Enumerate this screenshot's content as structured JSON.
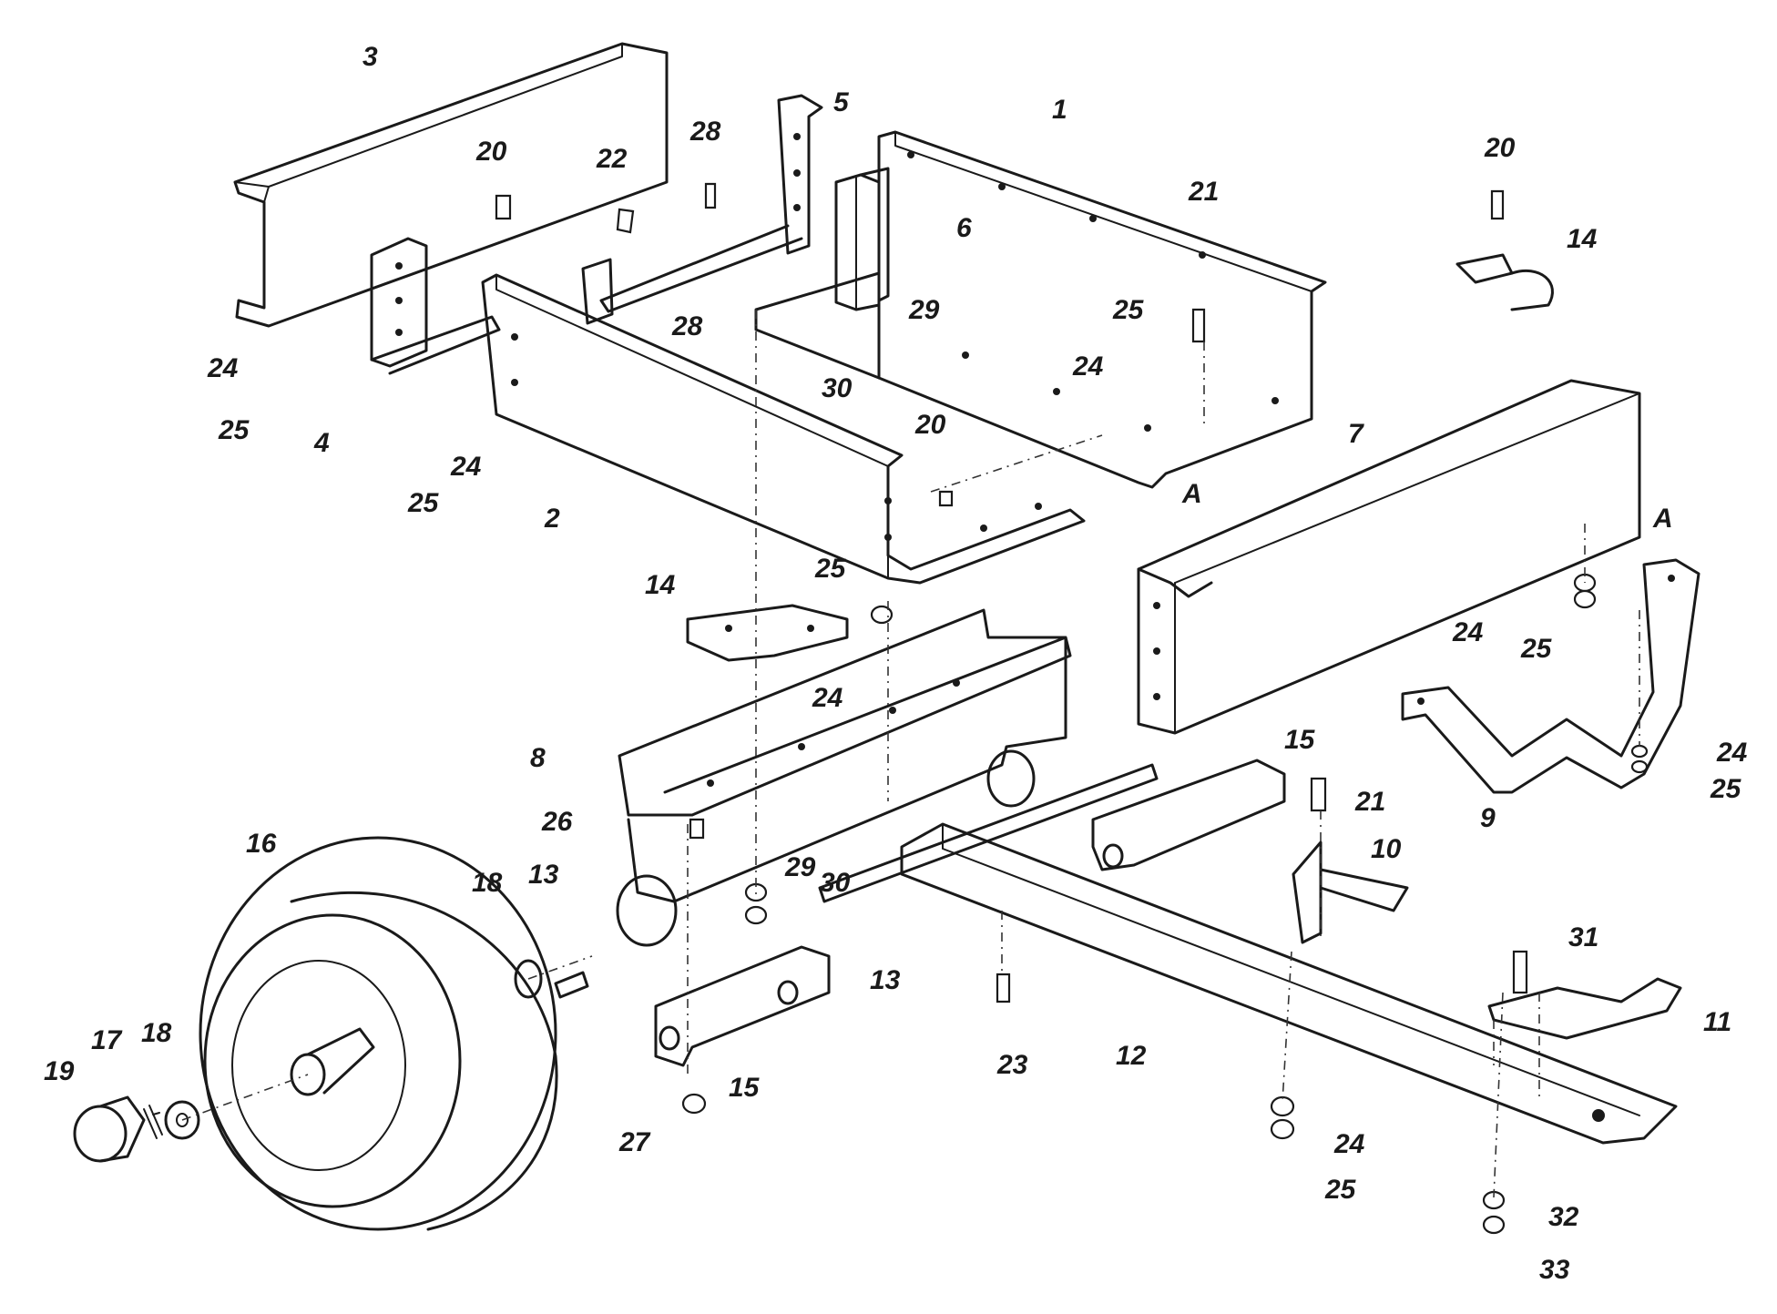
{
  "callouts": [
    {
      "id": "c-3a",
      "text": "3"
    },
    {
      "id": "c-28a",
      "text": "28"
    },
    {
      "id": "c-5",
      "text": "5"
    },
    {
      "id": "c-1",
      "text": "1"
    },
    {
      "id": "c-20a",
      "text": "20"
    },
    {
      "id": "c-20b",
      "text": "20"
    },
    {
      "id": "c-22",
      "text": "22"
    },
    {
      "id": "c-21a",
      "text": "21"
    },
    {
      "id": "c-6",
      "text": "6"
    },
    {
      "id": "c-14a",
      "text": "14"
    },
    {
      "id": "c-24a",
      "text": "24"
    },
    {
      "id": "c-28b",
      "text": "28"
    },
    {
      "id": "c-29a",
      "text": "29"
    },
    {
      "id": "c-25a",
      "text": "25"
    },
    {
      "id": "c-24b",
      "text": "24"
    },
    {
      "id": "c-25b",
      "text": "25"
    },
    {
      "id": "c-4",
      "text": "4"
    },
    {
      "id": "c-30a",
      "text": "30"
    },
    {
      "id": "c-20c",
      "text": "20"
    },
    {
      "id": "c-7",
      "text": "7"
    },
    {
      "id": "c-24c",
      "text": "24"
    },
    {
      "id": "c-25c",
      "text": "25"
    },
    {
      "id": "c-Aa",
      "text": "A"
    },
    {
      "id": "c-2",
      "text": "2"
    },
    {
      "id": "c-Ab",
      "text": "A"
    },
    {
      "id": "c-14b",
      "text": "14"
    },
    {
      "id": "c-25d",
      "text": "25"
    },
    {
      "id": "c-24d",
      "text": "24"
    },
    {
      "id": "c-25e",
      "text": "25"
    },
    {
      "id": "c-24e",
      "text": "24"
    },
    {
      "id": "c-8",
      "text": "8"
    },
    {
      "id": "c-15a",
      "text": "15"
    },
    {
      "id": "c-24f",
      "text": "24"
    },
    {
      "id": "c-25f",
      "text": "25"
    },
    {
      "id": "c-21b",
      "text": "21"
    },
    {
      "id": "c-9",
      "text": "9"
    },
    {
      "id": "c-26",
      "text": "26"
    },
    {
      "id": "c-10",
      "text": "10"
    },
    {
      "id": "c-16",
      "text": "16"
    },
    {
      "id": "c-18a",
      "text": "18"
    },
    {
      "id": "c-13a",
      "text": "13"
    },
    {
      "id": "c-29b",
      "text": "29"
    },
    {
      "id": "c-30b",
      "text": "30"
    },
    {
      "id": "c-13b",
      "text": "13"
    },
    {
      "id": "c-31",
      "text": "31"
    },
    {
      "id": "c-11",
      "text": "11"
    },
    {
      "id": "c-19",
      "text": "19"
    },
    {
      "id": "c-17",
      "text": "17"
    },
    {
      "id": "c-18b",
      "text": "18"
    },
    {
      "id": "c-23",
      "text": "23"
    },
    {
      "id": "c-12",
      "text": "12"
    },
    {
      "id": "c-15b",
      "text": "15"
    },
    {
      "id": "c-27",
      "text": "27"
    },
    {
      "id": "c-24g",
      "text": "24"
    },
    {
      "id": "c-25g",
      "text": "25"
    },
    {
      "id": "c-32",
      "text": "32"
    },
    {
      "id": "c-33",
      "text": "33"
    }
  ]
}
